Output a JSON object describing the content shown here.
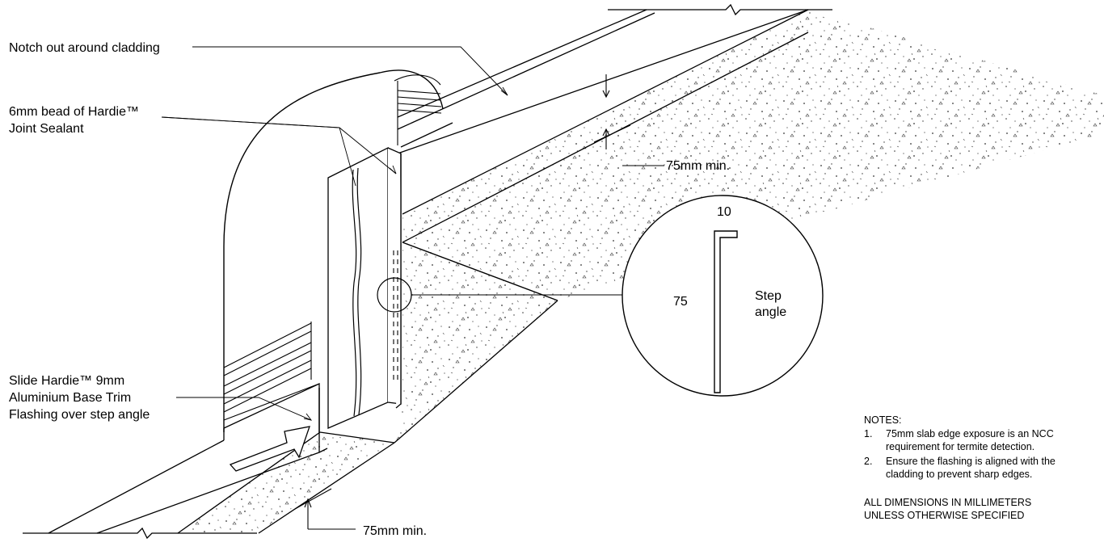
{
  "callouts": {
    "notch": "Notch out around cladding",
    "bead_line1": "6mm bead of Hardie™",
    "bead_line2": "Joint Sealant",
    "slide_line1": "Slide Hardie™ 9mm",
    "slide_line2": "Aluminium Base Trim",
    "slide_line3": "Flashing over step angle"
  },
  "dimensions": {
    "upper": "75mm min.",
    "lower": "75mm min."
  },
  "detail": {
    "dim_top": "10",
    "dim_side": "75",
    "label_line1": "Step",
    "label_line2": "angle"
  },
  "notes": {
    "heading": "NOTES:",
    "n1_num": "1.",
    "n1_line1": "75mm slab edge exposure is an NCC",
    "n1_line2": "requirement for termite detection.",
    "n2_num": "2.",
    "n2_line1": "Ensure the flashing is aligned with the",
    "n2_line2": "cladding to prevent sharp edges.",
    "footer_line1": "ALL DIMENSIONS IN MILLIMETERS",
    "footer_line2": "UNLESS OTHERWISE SPECIFIED"
  }
}
